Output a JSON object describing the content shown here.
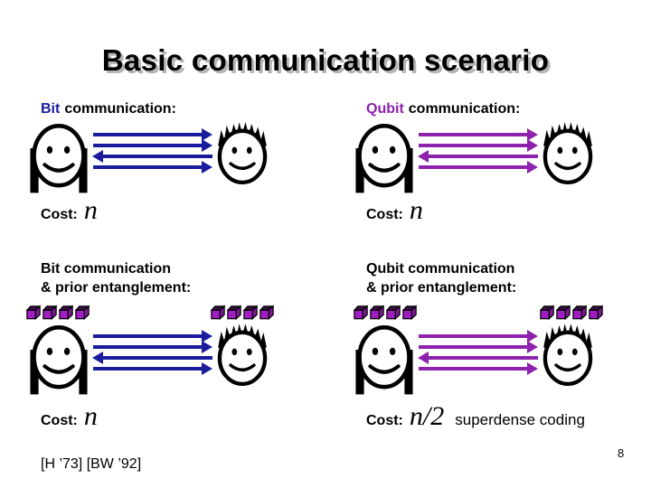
{
  "slide": {
    "title": "Basic communication scenario",
    "footer_citation": "[H ’73] [BW ’92]",
    "page_number": "8"
  },
  "colors": {
    "bit_blue": "#1B1B9E",
    "qubit_purple": "#8E22AC",
    "cube_front": "#A21CC4",
    "cube_side": "#7C1894",
    "cube_top": "#3A0D46",
    "title_shadow": "#B5B5B5"
  },
  "icons": {
    "alice_face": "female-smiley-face",
    "bob_face": "male-smiley-face",
    "cube": "entangled-qubit-cube",
    "arrow_right": "right-arrow",
    "arrow_left": "left-arrow"
  },
  "panels": {
    "bit": {
      "name_colored": "Bit",
      "name_rest": "communication:",
      "cost_label": "Cost:",
      "cost_value": "n"
    },
    "qubit": {
      "name_colored": "Qubit",
      "name_rest": "communication:",
      "cost_label": "Cost:",
      "cost_value": "n"
    },
    "bit_ent": {
      "line1": "Bit communication",
      "line2": "& prior entanglement:",
      "cost_label": "Cost:",
      "cost_value": "n"
    },
    "qubit_ent": {
      "line1": "Qubit communication",
      "line2": "& prior entanglement:",
      "cost_label": "Cost:",
      "cost_value": "n/2",
      "cost_note": "superdense coding"
    }
  }
}
